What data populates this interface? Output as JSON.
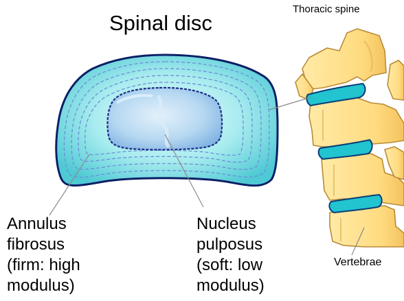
{
  "diagram": {
    "title": "Spinal disc",
    "spine_title": "Thoracic spine",
    "vertebrae_label": "Vertebrae",
    "annulus_label": {
      "line1": "Annulus",
      "line2": "fibrosus",
      "line3": "(firm: high",
      "line4": "modulus)"
    },
    "nucleus_label": {
      "line1": "Nucleus",
      "line2": "pulposus",
      "line3": "(soft: low",
      "line4": "modulus)"
    }
  },
  "colors": {
    "annulus_fill": "#7ee0e6",
    "annulus_edge": "#0b1f66",
    "annulus_rings": "#6b8fd6",
    "nucleus_fill": "#a9d4ef",
    "nucleus_edge": "#1b2c88",
    "vertebra_fill": "#ffdf8c",
    "vertebra_edge": "#b98a36",
    "spine_disc_fill": "#21c4cf",
    "spine_disc_edge": "#0a3d77",
    "leader_line": "#8a8a8a"
  }
}
